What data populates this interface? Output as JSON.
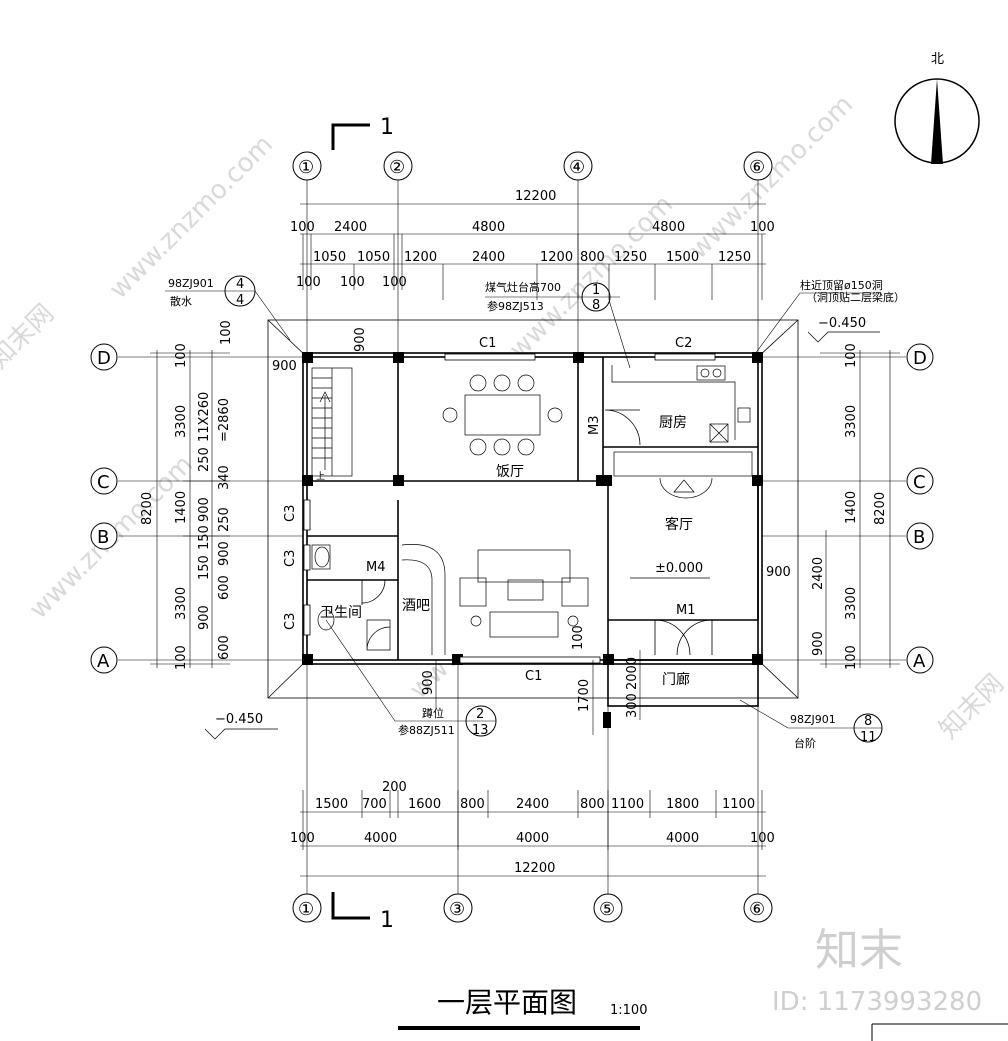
{
  "title": "一层平面图",
  "scale": "1:100",
  "north": "北",
  "section_mark": "1",
  "axes": {
    "top": [
      "①",
      "②",
      "④",
      "⑥"
    ],
    "bottom": [
      "①",
      "③",
      "⑤",
      "⑥"
    ],
    "left": [
      "D",
      "C",
      "B",
      "A"
    ],
    "right": [
      "D",
      "C",
      "B",
      "A"
    ]
  },
  "rooms": {
    "dining": "饭厅",
    "kitchen": "厨房",
    "living": "客厅",
    "bar": "酒吧",
    "bathroom": "卫生间",
    "porch": "门廊"
  },
  "labels": {
    "c1_top": "C1",
    "c2": "C2",
    "m3": "M3",
    "c3a": "C3",
    "c3b": "C3",
    "c3c": "C3",
    "m4": "M4",
    "m1": "M1",
    "c1_bottom": "C1",
    "elev_floor": "±0.000",
    "elev_out_left": "−0.450",
    "elev_out_right": "−0.450",
    "up": "上"
  },
  "notes": {
    "stove_1": "煤气灶台高700",
    "stove_2": "参98ZJ513",
    "flue_1": "柱近顶留ø150洞",
    "flue_2": "（洞顶贴二层梁底）",
    "apron_ref": "98ZJ901",
    "apron": "散水",
    "steps_ref": "98ZJ901",
    "steps": "台阶",
    "squat": "蹲位",
    "squat_ref": "参88ZJ511"
  },
  "detail_refs": {
    "apron": [
      "4",
      "4"
    ],
    "stove": [
      "1",
      "8"
    ],
    "squat": [
      "2",
      "13"
    ],
    "steps": [
      "8",
      "11"
    ]
  },
  "dims": {
    "top_total": "12200",
    "top_row1": [
      "100",
      "2400",
      "4800",
      "4800",
      "100"
    ],
    "top_row2": [
      "1050",
      "1050",
      "1200",
      "2400",
      "1200",
      "800",
      "1250",
      "1500",
      "1250"
    ],
    "top_row3": [
      "100",
      "100",
      "100"
    ],
    "top_900": "900",
    "bottom_row1": [
      "1500",
      "700",
      "1600",
      "800",
      "2400",
      "800",
      "1100",
      "1800",
      "1100"
    ],
    "bottom_200": "200",
    "bottom_row2": [
      "100",
      "4000",
      "4000",
      "4000",
      "100"
    ],
    "bottom_total": "12200",
    "left_total": "8200",
    "left_outer": [
      "100",
      "3300",
      "1400",
      "3300",
      "100"
    ],
    "left_inner": [
      "100",
      "11X260",
      "=2860",
      "250",
      "340",
      "900",
      "250",
      "150",
      "900",
      "150",
      "600",
      "900",
      "600"
    ],
    "left_900": "900",
    "right_total": "8200",
    "right_outer": [
      "100",
      "3300",
      "1400",
      "3300",
      "100"
    ],
    "right_inner": [
      "900",
      "2400",
      "900"
    ],
    "porch_dims": [
      "2000",
      "300",
      "1700",
      "100",
      "900"
    ]
  },
  "watermarks": {
    "diag": "www.znzmo.com",
    "brand": "知末",
    "id": "ID: 1173993280",
    "cn": "知末网"
  }
}
